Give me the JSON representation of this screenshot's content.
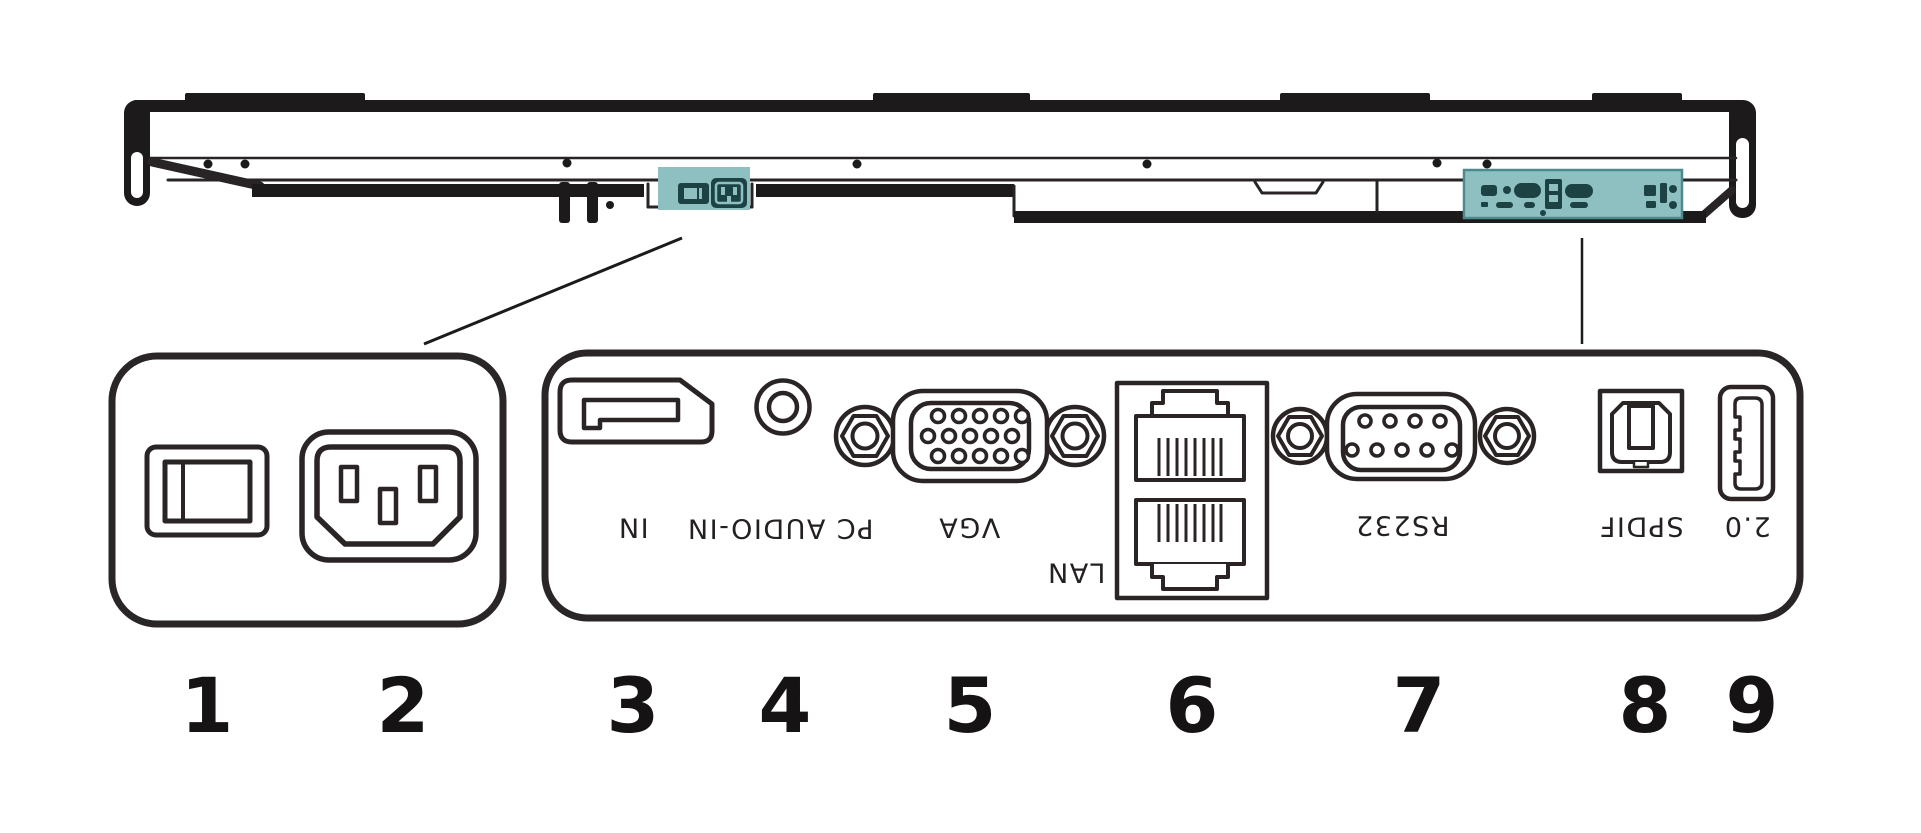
{
  "diagram_title": "display-bottom-ports-diagram",
  "panel": {
    "highlight_color": "#8fc0c1",
    "line_color": "#282325"
  },
  "ports": [
    {
      "number": "1",
      "label": "",
      "name": "power-switch"
    },
    {
      "number": "2",
      "label": "",
      "name": "ac-power-inlet"
    },
    {
      "number": "3",
      "label": "IN",
      "name": "displayport-in"
    },
    {
      "number": "4",
      "label": "PC AUDIO-IN",
      "name": "pc-audio-in-jack"
    },
    {
      "number": "5",
      "label": "VGA",
      "name": "vga-port"
    },
    {
      "number": "6",
      "label": "LAN",
      "name": "lan-ports"
    },
    {
      "number": "7",
      "label": "RS232",
      "name": "rs232-port"
    },
    {
      "number": "8",
      "label": "SPDIF",
      "name": "spdif-port"
    },
    {
      "number": "9",
      "label": "2.0",
      "name": "usb-2-0-port"
    }
  ]
}
